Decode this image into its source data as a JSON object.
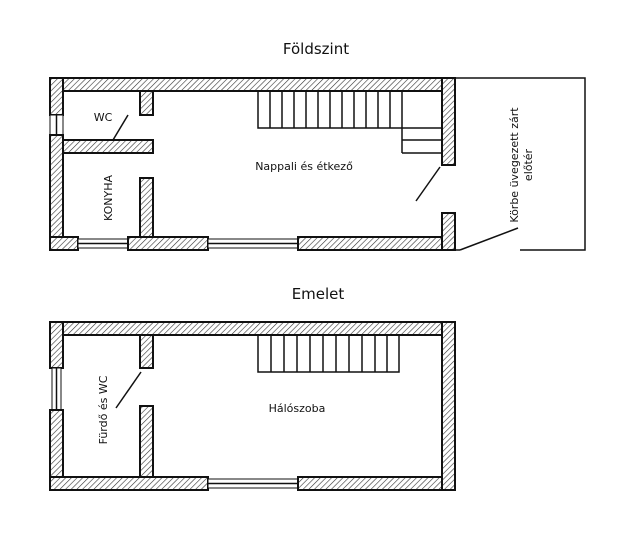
{
  "ground_floor": {
    "title": "Földszint",
    "rooms": {
      "wc": "WC",
      "kitchen": "KONYHA",
      "living": "Nappali és étkező",
      "vestibule_line1": "Körbe üvegezett zárt",
      "vestibule_line2": "előtér"
    }
  },
  "upper_floor": {
    "title": "Emelet",
    "rooms": {
      "bath": "Fürdő és WC",
      "bedroom": "Hálószoba"
    }
  },
  "colors": {
    "line": "#111111",
    "background": "#ffffff"
  }
}
